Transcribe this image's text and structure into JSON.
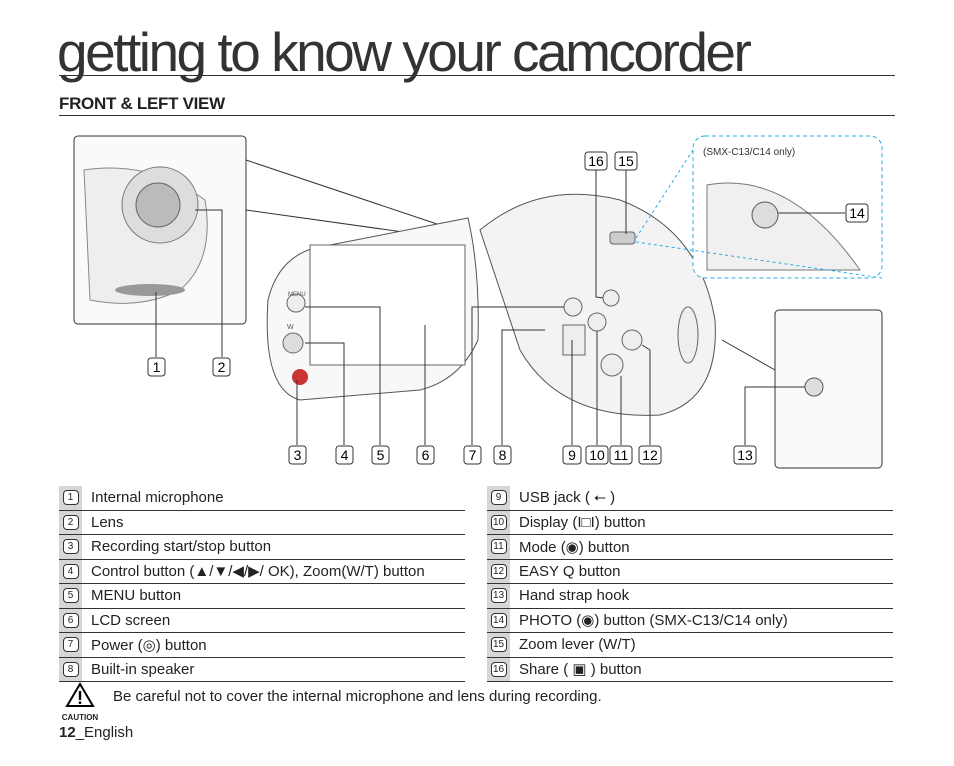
{
  "page_title": "getting to know your camcorder",
  "section_title": "FRONT & LEFT VIEW",
  "diagram": {
    "inset_note": "(SMX-C13/C14 only)",
    "callouts": [
      "1",
      "2",
      "3",
      "4",
      "5",
      "6",
      "7",
      "8",
      "9",
      "10",
      "11",
      "12",
      "13",
      "14",
      "15",
      "16"
    ],
    "menu_label": "MENU",
    "w_label": "W"
  },
  "parts_left": [
    {
      "num": "1",
      "label": "Internal microphone"
    },
    {
      "num": "2",
      "label": "Lens"
    },
    {
      "num": "3",
      "label": "Recording start/stop button"
    },
    {
      "num": "4",
      "label": "Control button (▲/▼/◀/▶/ OK), Zoom(W/T) button"
    },
    {
      "num": "5",
      "label": "MENU button"
    },
    {
      "num": "6",
      "label": "LCD screen"
    },
    {
      "num": "7",
      "label": "Power (◎) button"
    },
    {
      "num": "8",
      "label": "Built-in speaker"
    }
  ],
  "parts_right": [
    {
      "num": "9",
      "label": "USB jack ( ⭠ )"
    },
    {
      "num": "10",
      "label": "Display (I□I) button"
    },
    {
      "num": "11",
      "label": "Mode (◉) button"
    },
    {
      "num": "12",
      "label": "EASY Q button"
    },
    {
      "num": "13",
      "label": "Hand strap hook"
    },
    {
      "num": "14",
      "label": "PHOTO (◉) button (SMX-C13/C14 only)"
    },
    {
      "num": "15",
      "label": "Zoom lever (W/T)"
    },
    {
      "num": "16",
      "label": "Share ( ▣ ) button"
    }
  ],
  "caution": {
    "label": "CAUTION",
    "text": "Be careful not to cover the internal microphone and lens during recording."
  },
  "footer": {
    "page": "12",
    "lang": "_English"
  }
}
